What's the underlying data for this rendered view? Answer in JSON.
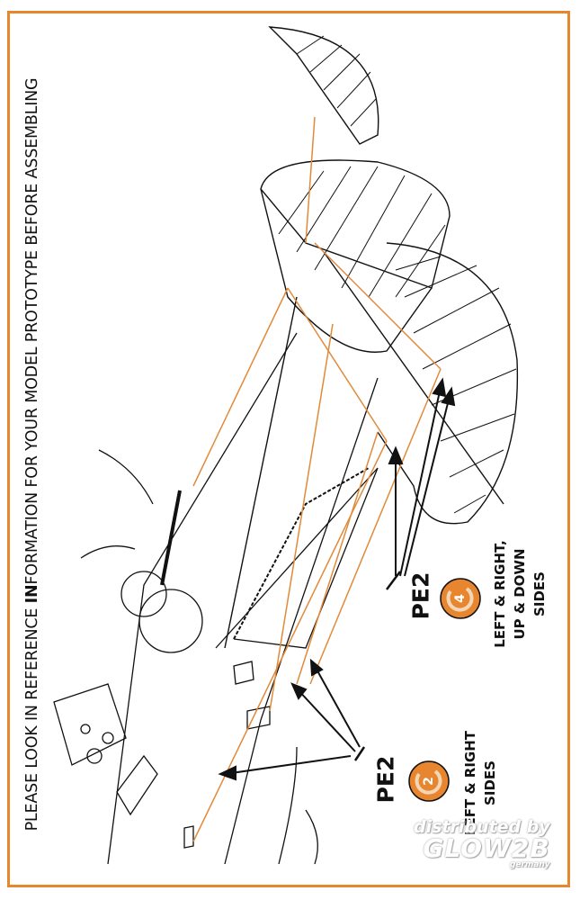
{
  "headline": {
    "before": "PLEASE LOOK IN REFERENCE ",
    "bold": "IN",
    "after": "FORMATION FOR YOUR MODEL PROTOTYPE BEFORE ASSEMBLING"
  },
  "callouts": [
    {
      "part": "PE2",
      "step": "2",
      "lines": [
        "LEFT & RIGHT",
        "SIDES"
      ]
    },
    {
      "part": "PE2",
      "step": "4",
      "lines": [
        "LEFT & RIGHT,",
        "UP & DOWN",
        "SIDES"
      ]
    }
  ],
  "watermark": {
    "line1": "distributed by",
    "brand": "GLOW2B",
    "sub": "germany"
  },
  "colors": {
    "accent": "#e8862f",
    "rigging": "#e08a3a",
    "ink": "#111111"
  }
}
